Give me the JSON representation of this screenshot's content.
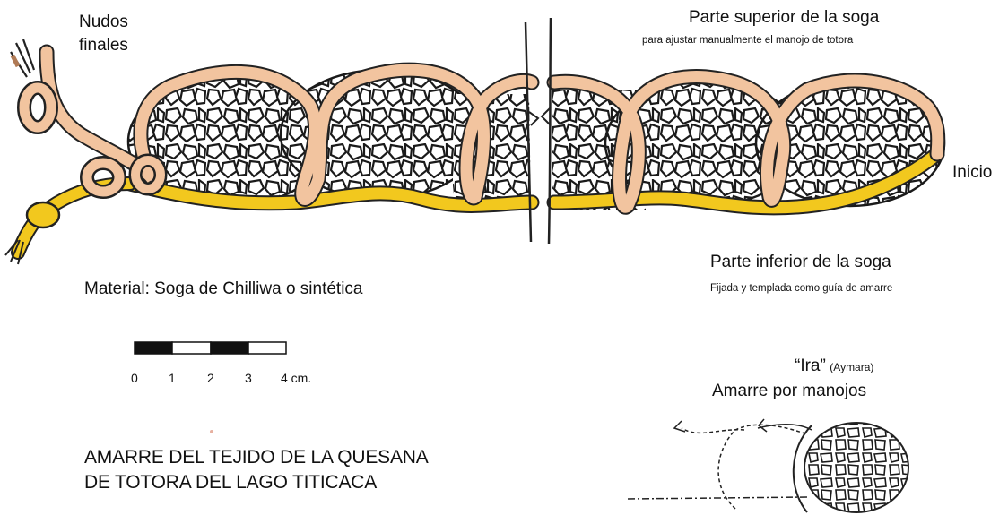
{
  "labels": {
    "nudos_line1": "Nudos",
    "nudos_line2": "finales",
    "superior_title": "Parte superior de la soga",
    "superior_sub": "para ajustar manualmente el manojo de totora",
    "inicio": "Inicio",
    "inferior_title": "Parte inferior de la soga",
    "inferior_sub": "Fijada y templada como guía de amarre",
    "material": "Material: Soga de Chilliwa o sintética",
    "ira": "“Ira”",
    "aymara": "(Aymara)",
    "amarre_manojos": "Amarre por manojos",
    "title_line1": "AMARRE DEL TEJIDO DE LA QUESANA",
    "title_line2": "DE TOTORA DEL LAGO TITICACA"
  },
  "scale": {
    "ticks": [
      "0",
      "1",
      "2",
      "3",
      "4 cm."
    ]
  },
  "colors": {
    "upper_rope": "#f2c49f",
    "lower_rope": "#f2c81e",
    "outline": "#222222",
    "totora_cell": "#ffffff"
  }
}
